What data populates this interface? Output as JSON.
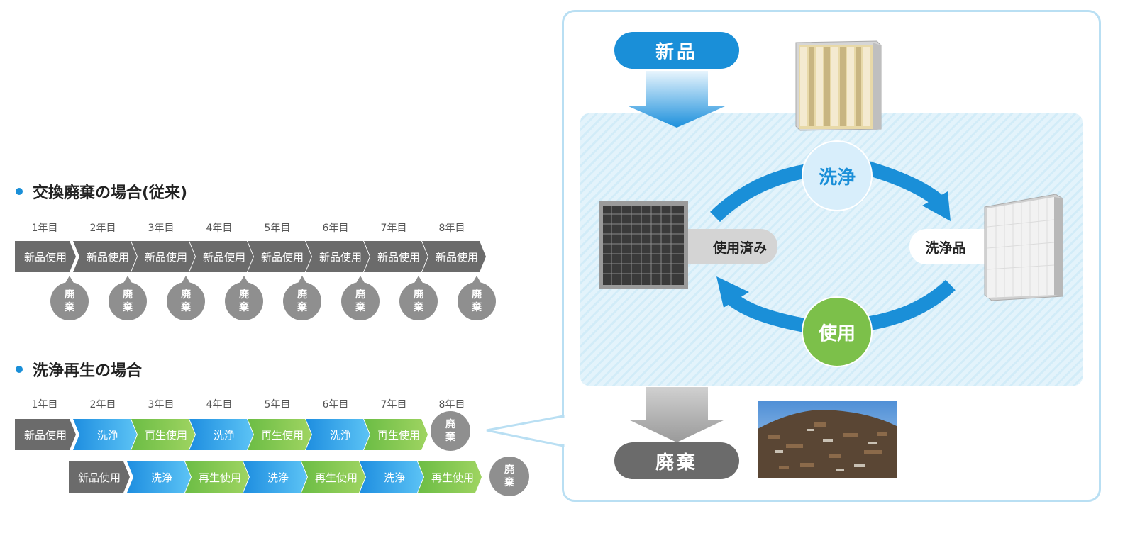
{
  "section1": {
    "title": "交換廃棄の場合(従来)"
  },
  "section2": {
    "title": "洗浄再生の場合"
  },
  "years": [
    "1年目",
    "2年目",
    "3年目",
    "4年目",
    "5年目",
    "6年目",
    "7年目",
    "8年目"
  ],
  "row1": {
    "label": "新品使用"
  },
  "discard": {
    "line1": "廃",
    "line2": "棄"
  },
  "row2": [
    "新品使用",
    "洗浄",
    "再生使用",
    "洗浄",
    "再生使用",
    "洗浄",
    "再生使用"
  ],
  "row3": [
    "新品使用",
    "洗浄",
    "再生使用",
    "洗浄",
    "再生使用",
    "洗浄",
    "再生使用"
  ],
  "cycle": {
    "new_label": "新品",
    "wash_label": "洗浄",
    "use_label": "使用",
    "used_label": "使用済み",
    "washed_label": "洗浄品",
    "discard_label": "廃棄"
  },
  "colors": {
    "blue": "#1a8fd8",
    "green": "#7cc04a",
    "gray": "#6b6b6b",
    "light_blue": "#d8eefb"
  }
}
